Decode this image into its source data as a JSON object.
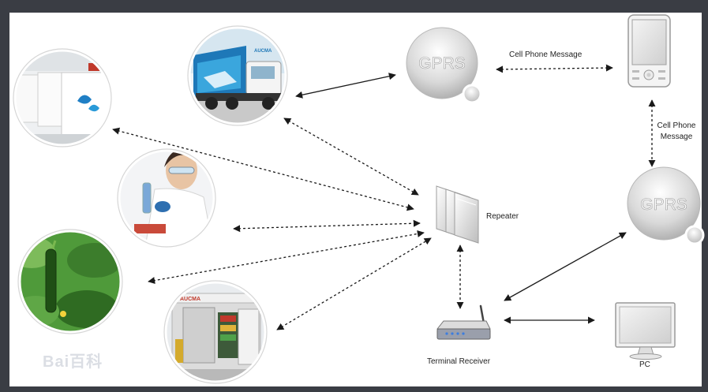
{
  "labels": {
    "cell_msg_top": "Cell Phone Message",
    "cell_msg_right_line1": "Cell Phone",
    "cell_msg_right_line2": "Message",
    "repeater": "Repeater",
    "terminal_receiver": "Terminal Receiver",
    "pc": "PC"
  },
  "gprs": {
    "top": "GPRS",
    "right": "GPRS"
  },
  "photos": {
    "truck_brand": "AUCMA",
    "coldroom_brand": "AUCMA"
  },
  "watermark": "Bai百科",
  "colors": {
    "background_frame": "#3a3d44",
    "panel": "#ffffff",
    "line": "#1a1a1a",
    "gprs_text": "#ffffff",
    "gprs_bubble": "#cfcfcf"
  },
  "icons": [
    "truck-photo-icon",
    "freezer-photo-icon",
    "scientist-photo-icon",
    "cucumber-photo-icon",
    "cold-room-photo-icon",
    "repeater-icon",
    "router-icon",
    "mobile-phone-icon",
    "pc-monitor-icon",
    "gprs-bubble-icon"
  ]
}
